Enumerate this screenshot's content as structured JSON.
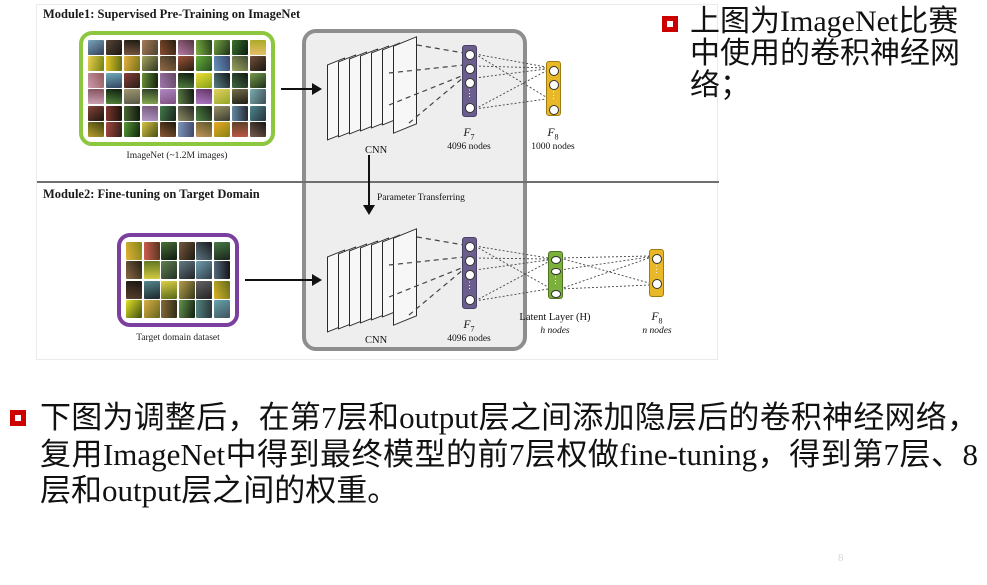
{
  "slide": {
    "page_number": "8"
  },
  "figure": {
    "module1_label": "Module1: Supervised Pre-Training on ImageNet",
    "module2_label": "Module2: Fine-tuning on Target Domain",
    "imagenet_caption": "ImageNet (~1.2M images)",
    "target_caption": "Target domain dataset",
    "cnn_label_top": "CNN",
    "cnn_label_bottom": "CNN",
    "parameter_transfer_label": "Parameter Transferring",
    "layers_top": [
      {
        "name": "F",
        "sub": "7",
        "count": "4096 nodes",
        "color": "#6b5d8c"
      },
      {
        "name": "F",
        "sub": "8",
        "count": "1000 nodes",
        "color": "#e8b828"
      }
    ],
    "layers_bottom": [
      {
        "name": "F",
        "sub": "7",
        "count": "4096 nodes",
        "color": "#6b5d8c"
      },
      {
        "name": "Latent Layer (H)",
        "sub": "",
        "count": "h nodes",
        "color": "#7cb03c"
      },
      {
        "name": "F",
        "sub": "8",
        "count": "n nodes",
        "color": "#e8b828"
      }
    ],
    "latent_layer_label": "Latent Layer (H)",
    "latent_layer_count": "h nodes",
    "colors": {
      "f7_box": "#6b5d8c",
      "f8_box": "#e8b828",
      "latent_box": "#7cb03c",
      "imagenet_border": "#8dc63f",
      "target_border": "#7b3f9d",
      "container_border": "#8e8e8e",
      "container_fill": "#eeeeee"
    }
  },
  "notes": {
    "top_bullet": "上图为ImageNet比赛中使用的卷积神经网络；",
    "bottom_bullet": "下图为调整后，在第7层和output层之间添加隐层后的卷积神经网络，复用ImageNet中得到最终模型的前7层权做fine-tuning，得到第7层、8层和output层之间的权重。",
    "bullet_color": "#cc0000"
  }
}
